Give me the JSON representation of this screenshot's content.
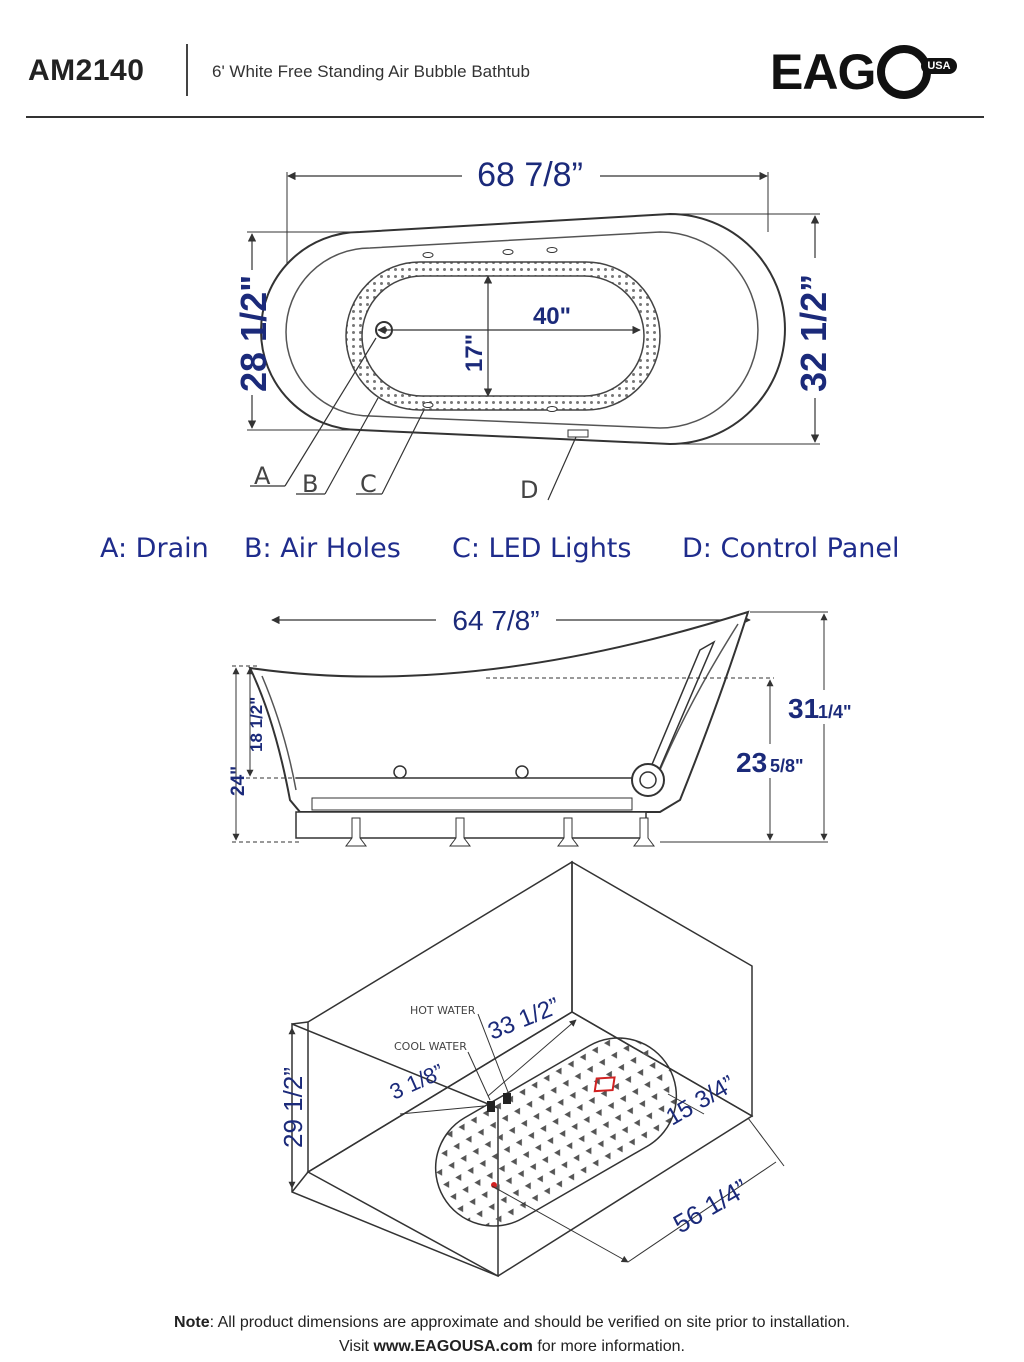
{
  "header": {
    "model": "AM2140",
    "subtitle": "6' White Free Standing Air Bubble Bathtub",
    "logo_text": "EAG",
    "logo_badge": "USA"
  },
  "top_view": {
    "overall_length": "68 7/8”",
    "left_width": "28 1/2\"",
    "right_width": "32 1/2”",
    "basin_length": "40\"",
    "basin_width": "17\"",
    "labels": [
      "A",
      "B",
      "C",
      "D"
    ]
  },
  "legend": {
    "a": "A: Drain",
    "b": "B: Air Holes",
    "c": "C: LED Lights",
    "d": "D: Control Panel"
  },
  "side_view": {
    "top_length": "64 7/8”",
    "inner_height": "18 1/2\"",
    "left_height": "24\"",
    "back_height_int": "31",
    "back_height_frac": "1/4\"",
    "mid_height_int": "23",
    "mid_height_frac": "5/8\""
  },
  "install_view": {
    "hot_water": "HOT WATER",
    "cool_water": "COOL WATER",
    "wall_distance": "33 1/2”",
    "pipe_spacing": "3 1/8”",
    "wall_height": "29 1/2”",
    "drain_width": "15 3/4”",
    "drain_length": "56 1/4”"
  },
  "footer": {
    "note_label": "Note",
    "note_text": ": All product dimensions are approximate and should be verified on site prior to installation.",
    "visit_prefix": "Visit ",
    "website": "www.EAGOUSA.com",
    "visit_suffix": " for more information."
  },
  "colors": {
    "dimension_blue": "#1b2a7a",
    "line": "#333333",
    "marker_red": "#d22222"
  }
}
